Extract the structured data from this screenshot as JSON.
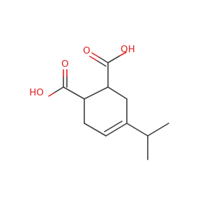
{
  "molecule": {
    "labels": {
      "carboxyl_top_oh": "OH",
      "carboxyl_top_o": "O",
      "carboxyl_left_oh": "HO",
      "carboxyl_left_o": "O"
    },
    "colors": {
      "bond": "#3a3a3a",
      "oxygen": "#e02020",
      "background": "#ffffff"
    }
  }
}
